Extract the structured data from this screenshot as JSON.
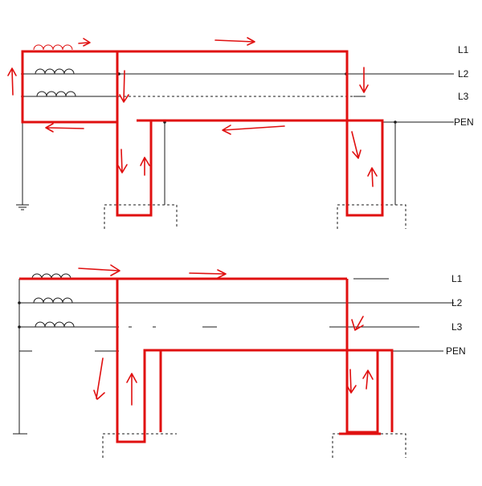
{
  "diagrams": [
    {
      "labels": {
        "l1": "L1",
        "l2": "L2",
        "l3": "L3",
        "pen": "PEN"
      }
    },
    {
      "labels": {
        "l1": "L1",
        "l2": "L2",
        "l3": "L3",
        "pen": "PEN"
      }
    }
  ],
  "colors": {
    "fault_loop": "#e01010",
    "conductor": "#1a1a1a"
  },
  "icons": [
    "ground-icon",
    "winding-icon",
    "arrow-icon"
  ]
}
